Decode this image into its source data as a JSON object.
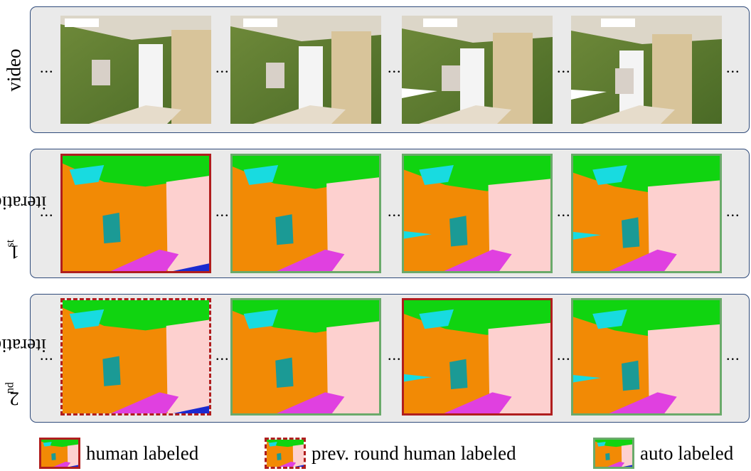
{
  "rows": {
    "video": {
      "label": "video"
    },
    "iter1": {
      "label_num": "1",
      "label_sup": "st",
      "label_word": "iteration"
    },
    "iter2": {
      "label_num": "2",
      "label_sup": "nd",
      "label_word": "iteration"
    }
  },
  "ellipsis": "...",
  "frame_borders": {
    "video": [
      "none",
      "none",
      "none",
      "none"
    ],
    "iter1": [
      "human",
      "auto",
      "auto",
      "auto"
    ],
    "iter2": [
      "prev",
      "auto",
      "human",
      "auto"
    ]
  },
  "legend": {
    "human": "human labeled",
    "prev": "prev. round human labeled",
    "auto": "auto labeled"
  },
  "colors": {
    "panel_bg": "#eaeaea",
    "panel_border": "#2f4a7a",
    "human_border": "#b01e1e",
    "auto_border": "#6aaa6a",
    "wall": "#f28a05",
    "ceiling": "#10d410",
    "door": "#fdd0cf",
    "lamp": "#18dbe0",
    "picture": "#1b9a95",
    "bed": "#e040e0",
    "floor_obj": "#1a2ad0"
  }
}
